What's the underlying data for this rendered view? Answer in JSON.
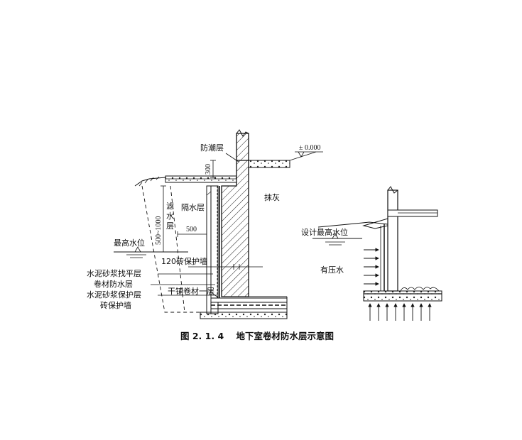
{
  "figure": {
    "caption": "图 2. 1. 4    地下室卷材防水层示意图"
  },
  "left_detail": {
    "labels": {
      "moisture_layer": "防潮层",
      "elevation": "± 0.000",
      "dim_300": "300",
      "plaster": "抹灰",
      "filter_layer_1": "滤",
      "filter_layer_2": "水",
      "filter_layer_3": "层",
      "dim_range": "500~1000",
      "separation_layer": "隔水层",
      "dim_500": "500",
      "highest_water_level": "最高水位",
      "brick_wall_120": "120砖保护墙",
      "cement_leveling": "水泥砂浆找平层",
      "membrane_layer": "卷材防水层",
      "cement_protection": "水泥砂浆保护层",
      "brick_protection_wall": "砖保护墙",
      "dry_membrane": "干铺卷材一层"
    }
  },
  "right_detail": {
    "labels": {
      "design_water_level": "设计最高水位",
      "pressure_water": "有压水"
    }
  }
}
